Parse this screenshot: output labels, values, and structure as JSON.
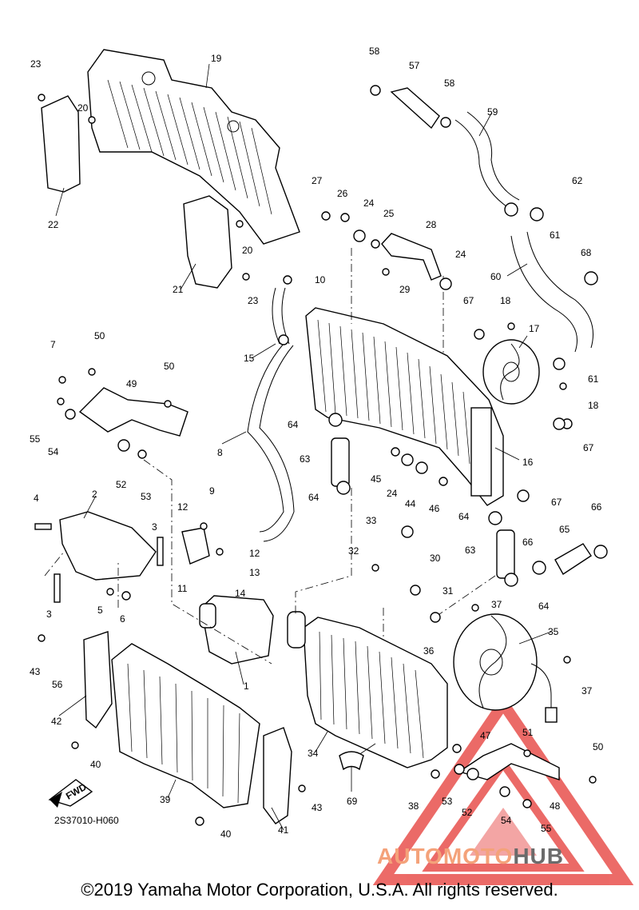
{
  "diagram_code": "2S37010-H060",
  "fwd_label": "FWD",
  "copyright": "©2019 Yamaha Motor Corporation, U.S.A. All rights reserved.",
  "watermark": {
    "auto": "AUTOMOTO",
    "hub": "HUB",
    "color_primary": "#e53935",
    "color_text": "#f4a27a",
    "color_hub": "#6b6b6b"
  },
  "callouts": [
    "1",
    "2",
    "3",
    "3",
    "4",
    "5",
    "6",
    "7",
    "8",
    "9",
    "10",
    "11",
    "12",
    "12",
    "13",
    "14",
    "15",
    "16",
    "17",
    "18",
    "18",
    "19",
    "20",
    "20",
    "21",
    "22",
    "23",
    "23",
    "24",
    "24",
    "24",
    "25",
    "26",
    "27",
    "28",
    "29",
    "30",
    "31",
    "32",
    "33",
    "34",
    "35",
    "36",
    "37",
    "37",
    "38",
    "39",
    "40",
    "40",
    "41",
    "42",
    "43",
    "43",
    "44",
    "45",
    "46",
    "47",
    "48",
    "49",
    "50",
    "50",
    "50",
    "51",
    "52",
    "52",
    "53",
    "53",
    "54",
    "54",
    "55",
    "55",
    "56",
    "57",
    "58",
    "58",
    "59",
    "60",
    "61",
    "61",
    "62",
    "63",
    "63",
    "64",
    "64",
    "64",
    "64",
    "65",
    "66",
    "66",
    "67",
    "67",
    "67",
    "68",
    "69"
  ]
}
